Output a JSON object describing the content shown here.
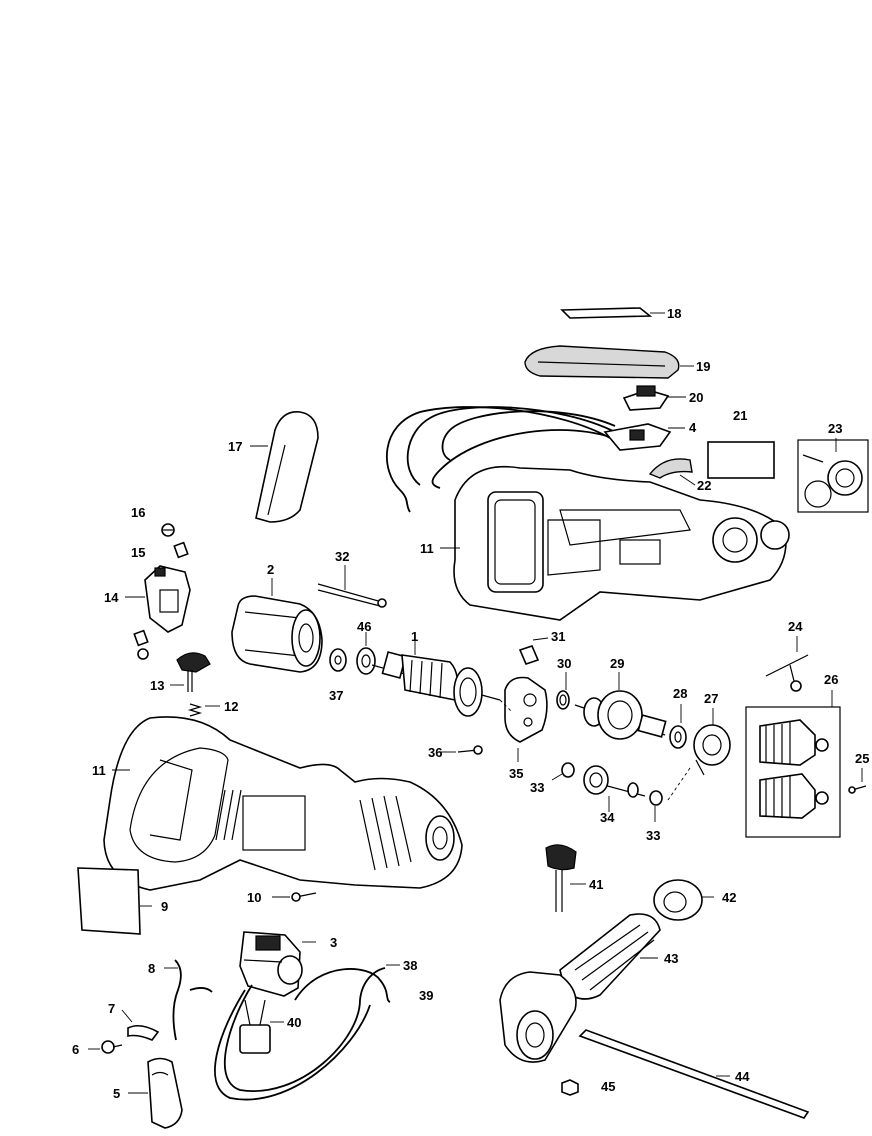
{
  "diagram": {
    "callouts": [
      {
        "id": "c18",
        "label": "18"
      },
      {
        "id": "c19",
        "label": "19"
      },
      {
        "id": "c20",
        "label": "20"
      },
      {
        "id": "c21",
        "label": "21"
      },
      {
        "id": "c23",
        "label": "23"
      },
      {
        "id": "c4",
        "label": "4"
      },
      {
        "id": "c17",
        "label": "17"
      },
      {
        "id": "c22",
        "label": "22"
      },
      {
        "id": "c16",
        "label": "16"
      },
      {
        "id": "c11a",
        "label": "11"
      },
      {
        "id": "c15",
        "label": "15"
      },
      {
        "id": "c32",
        "label": "32"
      },
      {
        "id": "c2",
        "label": "2"
      },
      {
        "id": "c14",
        "label": "14"
      },
      {
        "id": "c24",
        "label": "24"
      },
      {
        "id": "c46",
        "label": "46"
      },
      {
        "id": "c1",
        "label": "1"
      },
      {
        "id": "c31",
        "label": "31"
      },
      {
        "id": "c30",
        "label": "30"
      },
      {
        "id": "c29",
        "label": "29"
      },
      {
        "id": "c26",
        "label": "26"
      },
      {
        "id": "c13",
        "label": "13"
      },
      {
        "id": "c37",
        "label": "37"
      },
      {
        "id": "c28",
        "label": "28"
      },
      {
        "id": "c27",
        "label": "27"
      },
      {
        "id": "c12",
        "label": "12"
      },
      {
        "id": "c36",
        "label": "36"
      },
      {
        "id": "c11b",
        "label": "11"
      },
      {
        "id": "c35",
        "label": "35"
      },
      {
        "id": "c25",
        "label": "25"
      },
      {
        "id": "c33a",
        "label": "33"
      },
      {
        "id": "c34",
        "label": "34"
      },
      {
        "id": "c33b",
        "label": "33"
      },
      {
        "id": "c41",
        "label": "41"
      },
      {
        "id": "c9",
        "label": "9"
      },
      {
        "id": "c10",
        "label": "10"
      },
      {
        "id": "c42",
        "label": "42"
      },
      {
        "id": "c3",
        "label": "3"
      },
      {
        "id": "c43",
        "label": "43"
      },
      {
        "id": "c8",
        "label": "8"
      },
      {
        "id": "c38",
        "label": "38"
      },
      {
        "id": "c39",
        "label": "39"
      },
      {
        "id": "c7",
        "label": "7"
      },
      {
        "id": "c40",
        "label": "40"
      },
      {
        "id": "c6",
        "label": "6"
      },
      {
        "id": "c44",
        "label": "44"
      },
      {
        "id": "c5",
        "label": "5"
      },
      {
        "id": "c45",
        "label": "45"
      }
    ]
  }
}
